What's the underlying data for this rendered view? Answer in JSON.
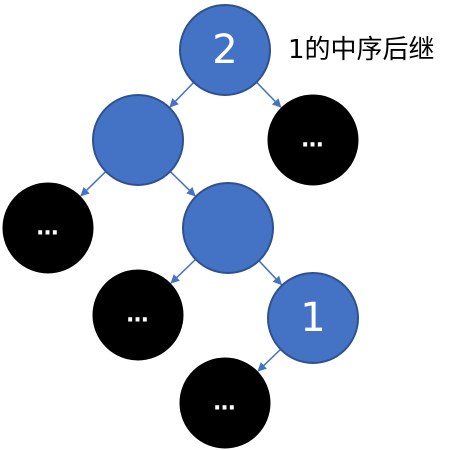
{
  "title": "1的中序后继",
  "colors": {
    "blue_node_fill": "#4472C4",
    "blue_node_stroke": "#2F528F",
    "black_node_fill": "#000000",
    "edge": "#4472C4"
  },
  "nodes": [
    {
      "id": "root",
      "label": "2",
      "kind": "blue"
    },
    {
      "id": "left",
      "label": "",
      "kind": "blue"
    },
    {
      "id": "right-leaf",
      "label": "…",
      "kind": "black"
    },
    {
      "id": "left-left-leaf",
      "label": "…",
      "kind": "black"
    },
    {
      "id": "left-right",
      "label": "",
      "kind": "blue"
    },
    {
      "id": "lr-left-leaf",
      "label": "…",
      "kind": "black"
    },
    {
      "id": "node-1",
      "label": "1",
      "kind": "blue"
    },
    {
      "id": "node-1-left-leaf",
      "label": "…",
      "kind": "black"
    }
  ],
  "edges": [
    {
      "from": "root",
      "to": "left"
    },
    {
      "from": "root",
      "to": "right-leaf"
    },
    {
      "from": "left",
      "to": "left-left-leaf"
    },
    {
      "from": "left",
      "to": "left-right"
    },
    {
      "from": "left-right",
      "to": "lr-left-leaf"
    },
    {
      "from": "left-right",
      "to": "node-1"
    },
    {
      "from": "node-1",
      "to": "node-1-left-leaf"
    }
  ]
}
